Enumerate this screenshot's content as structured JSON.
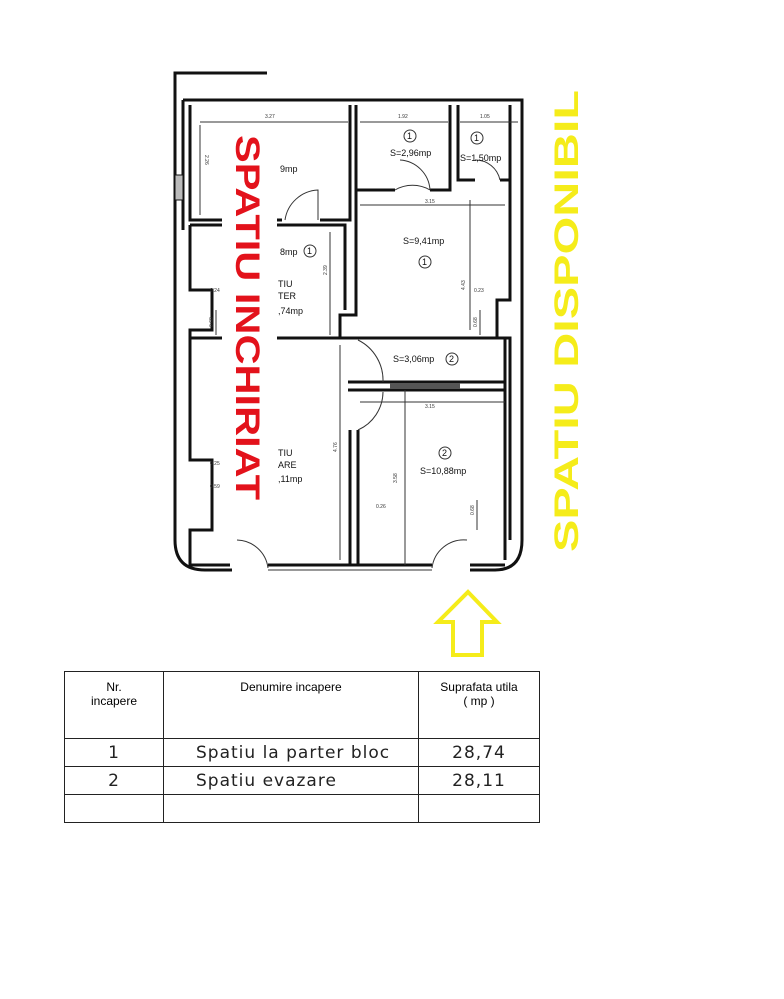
{
  "plan": {
    "overlay_rented": "SPATIU INCHIRIAT",
    "overlay_available": "SPATIU DISPONIBIL",
    "overlay_rented_color": "#e3121b",
    "overlay_available_color": "#f5ec1a",
    "rooms": [
      {
        "area": "S=2,96mp",
        "num": "1"
      },
      {
        "area": "S=1,50mp",
        "num": "1"
      },
      {
        "area": "S=9,41mp",
        "num": "1"
      },
      {
        "area": "S=3,06mp",
        "num": "2"
      },
      {
        "area": "S=10,88mp",
        "num": "2"
      }
    ],
    "partial": {
      "r1": "9mp",
      "r2": "8mp",
      "r2num": "1",
      "r3a": "TIU",
      "r3b": "TER",
      "r3c": ",74mp",
      "r4a": "TIU",
      "r4b": "ARE",
      "r4c": ",11mp"
    },
    "dims": [
      "3.27",
      "1.92",
      "1.05",
      "3.15",
      "3.15",
      "2.26",
      "2.39",
      "4.43",
      "0.23",
      "0.24",
      "0.68",
      "0.68",
      "0.25",
      "0.59",
      "0.25",
      "4.76",
      "3.58",
      "0.26",
      "0.68"
    ]
  },
  "table": {
    "headers": [
      "Nr.\nincapere",
      "Denumire incapere",
      "Suprafata utila\n( mp )"
    ],
    "h1a": "Nr.",
    "h1b": "incapere",
    "h2": "Denumire incapere",
    "h3a": "Suprafata utila",
    "h3b": "( mp )",
    "rows": [
      {
        "nr": "1",
        "name": "Spatiu la parter bloc",
        "area": "28,74"
      },
      {
        "nr": "2",
        "name": "Spatiu evazare",
        "area": "28,11"
      },
      {
        "nr": "",
        "name": "",
        "area": ""
      }
    ]
  }
}
